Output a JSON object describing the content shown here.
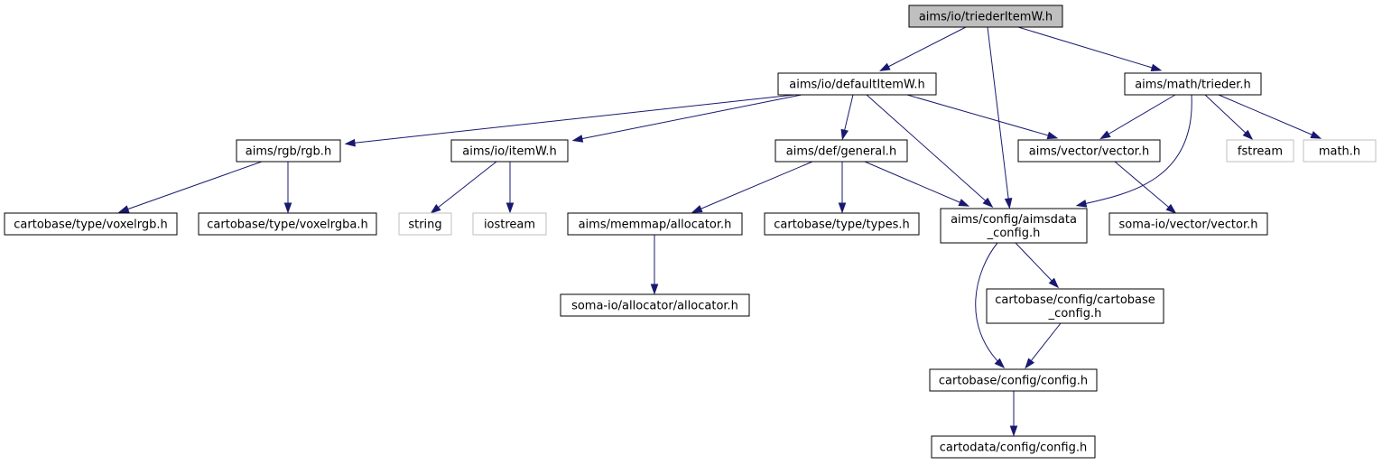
{
  "graph": {
    "nodes": [
      {
        "id": "root",
        "label": [
          "aims/io/triederItemW.h"
        ],
        "kind": "root",
        "name": "node-aims-io-triederitemw-h"
      },
      {
        "id": "defaultItemW",
        "label": [
          "aims/io/defaultItemW.h"
        ],
        "kind": "normal",
        "name": "node-aims-io-defaultitemw-h"
      },
      {
        "id": "trieder",
        "label": [
          "aims/math/trieder.h"
        ],
        "kind": "normal",
        "name": "node-aims-math-trieder-h"
      },
      {
        "id": "rgb",
        "label": [
          "aims/rgb/rgb.h"
        ],
        "kind": "normal",
        "name": "node-aims-rgb-rgb-h"
      },
      {
        "id": "itemW",
        "label": [
          "aims/io/itemW.h"
        ],
        "kind": "normal",
        "name": "node-aims-io-itemw-h"
      },
      {
        "id": "general",
        "label": [
          "aims/def/general.h"
        ],
        "kind": "normal",
        "name": "node-aims-def-general-h"
      },
      {
        "id": "vector",
        "label": [
          "aims/vector/vector.h"
        ],
        "kind": "normal",
        "name": "node-aims-vector-vector-h"
      },
      {
        "id": "fstream",
        "label": [
          "fstream"
        ],
        "kind": "ext",
        "name": "node-fstream"
      },
      {
        "id": "math",
        "label": [
          "math.h"
        ],
        "kind": "ext",
        "name": "node-math-h"
      },
      {
        "id": "voxelrgb",
        "label": [
          "cartobase/type/voxelrgb.h"
        ],
        "kind": "normal",
        "name": "node-cartobase-type-voxelrgb-h"
      },
      {
        "id": "voxelrgba",
        "label": [
          "cartobase/type/voxelrgba.h"
        ],
        "kind": "normal",
        "name": "node-cartobase-type-voxelrgba-h"
      },
      {
        "id": "string",
        "label": [
          "string"
        ],
        "kind": "ext",
        "name": "node-string"
      },
      {
        "id": "iostream",
        "label": [
          "iostream"
        ],
        "kind": "ext",
        "name": "node-iostream"
      },
      {
        "id": "allocator",
        "label": [
          "aims/memmap/allocator.h"
        ],
        "kind": "normal",
        "name": "node-aims-memmap-allocator-h"
      },
      {
        "id": "types",
        "label": [
          "cartobase/type/types.h"
        ],
        "kind": "normal",
        "name": "node-cartobase-type-types-h"
      },
      {
        "id": "aimsdata",
        "label": [
          "aims/config/aimsdata",
          "_config.h"
        ],
        "kind": "normal",
        "name": "node-aims-config-aimsdata-config-h"
      },
      {
        "id": "somavector",
        "label": [
          "soma-io/vector/vector.h"
        ],
        "kind": "normal",
        "name": "node-soma-io-vector-vector-h"
      },
      {
        "id": "somaallocator",
        "label": [
          "soma-io/allocator/allocator.h"
        ],
        "kind": "normal",
        "name": "node-soma-io-allocator-allocator-h"
      },
      {
        "id": "cartobaseconfig",
        "label": [
          "cartobase/config/cartobase",
          "_config.h"
        ],
        "kind": "normal",
        "name": "node-cartobase-config-cartobase-config-h"
      },
      {
        "id": "config",
        "label": [
          "cartobase/config/config.h"
        ],
        "kind": "normal",
        "name": "node-cartobase-config-config-h"
      },
      {
        "id": "cartodataconfig",
        "label": [
          "cartodata/config/config.h"
        ],
        "kind": "normal",
        "name": "node-cartodata-config-config-h"
      }
    ],
    "edges": [
      {
        "from": "root",
        "to": "defaultItemW"
      },
      {
        "from": "root",
        "to": "aimsdata"
      },
      {
        "from": "root",
        "to": "trieder"
      },
      {
        "from": "defaultItemW",
        "to": "rgb"
      },
      {
        "from": "defaultItemW",
        "to": "itemW"
      },
      {
        "from": "defaultItemW",
        "to": "general"
      },
      {
        "from": "defaultItemW",
        "to": "aimsdata"
      },
      {
        "from": "defaultItemW",
        "to": "vector"
      },
      {
        "from": "trieder",
        "to": "vector"
      },
      {
        "from": "trieder",
        "to": "aimsdata"
      },
      {
        "from": "trieder",
        "to": "fstream"
      },
      {
        "from": "trieder",
        "to": "math"
      },
      {
        "from": "rgb",
        "to": "voxelrgb"
      },
      {
        "from": "rgb",
        "to": "voxelrgba"
      },
      {
        "from": "itemW",
        "to": "string"
      },
      {
        "from": "itemW",
        "to": "iostream"
      },
      {
        "from": "general",
        "to": "allocator"
      },
      {
        "from": "general",
        "to": "types"
      },
      {
        "from": "general",
        "to": "aimsdata"
      },
      {
        "from": "vector",
        "to": "somavector"
      },
      {
        "from": "allocator",
        "to": "somaallocator"
      },
      {
        "from": "aimsdata",
        "to": "cartobaseconfig"
      },
      {
        "from": "aimsdata",
        "to": "config"
      },
      {
        "from": "cartobaseconfig",
        "to": "config"
      },
      {
        "from": "config",
        "to": "cartodataconfig"
      }
    ],
    "colors": {
      "edge": "#191970",
      "root_fill": "#bfbfbf",
      "node_stroke": "#000000",
      "external_stroke": "#bfbfbf"
    }
  }
}
